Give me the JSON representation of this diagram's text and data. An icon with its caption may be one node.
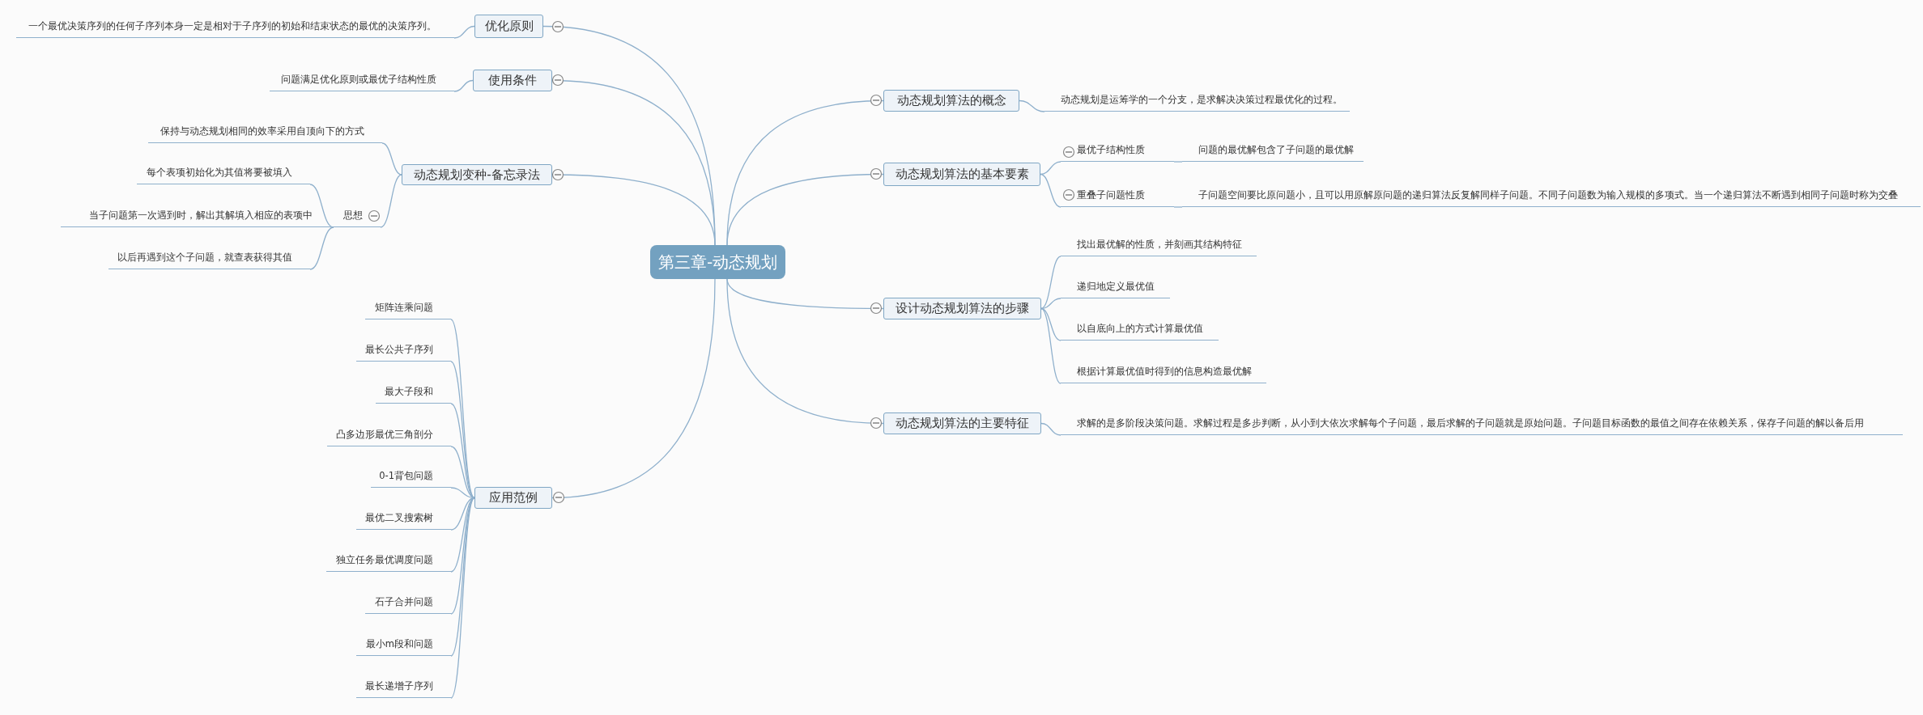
{
  "diagram": {
    "nodes": [
      {
        "text": [
          "第三章-动态规划"
        ]
      },
      {
        "text": [
          "优化原则"
        ]
      },
      {
        "text": [
          "一个最优决策序列的任何子序列本身一定是相对于子序列的初始和结束状态的最优的决策序列。"
        ]
      },
      {
        "text": [
          "使用条件"
        ]
      },
      {
        "text": [
          "问题满足优化原则或最优子结构性质"
        ]
      },
      {
        "text": [
          "动态规划变种-备忘录法"
        ]
      },
      {
        "text": [
          "保持与动态规划相同的效率采用自顶向下的方式"
        ]
      },
      {
        "text": [
          "思想"
        ]
      },
      {
        "text": [
          "每个表项初始化为其值将要被填入"
        ]
      },
      {
        "text": [
          "当子问题第一次遇到时，解出其解填入相应的表项中"
        ]
      },
      {
        "text": [
          "以后再遇到这个子问题，就查表获得其值"
        ]
      },
      {
        "text": [
          "应用范例"
        ]
      },
      {
        "text": [
          "矩阵连乘问题"
        ]
      },
      {
        "text": [
          "最长公共子序列"
        ]
      },
      {
        "text": [
          "最大子段和"
        ]
      },
      {
        "text": [
          "凸多边形最优三角剖分"
        ]
      },
      {
        "text": [
          "0-1背包问题"
        ]
      },
      {
        "text": [
          "最优二叉搜索树"
        ]
      },
      {
        "text": [
          "独立任务最优调度问题"
        ]
      },
      {
        "text": [
          "石子合并问题"
        ]
      },
      {
        "text": [
          "最小m段和问题"
        ]
      },
      {
        "text": [
          "最长递增子序列"
        ]
      },
      {
        "text": [
          "动态规划算法的概念"
        ]
      },
      {
        "text": [
          "动态规划是运筹学的一个分支，是求解决决策过程最优化的过程。"
        ]
      },
      {
        "text": [
          "动态规划算法的基本要素"
        ]
      },
      {
        "text": [
          "最优子结构性质"
        ]
      },
      {
        "text": [
          "问题的最优解包含了子问题的最优解"
        ]
      },
      {
        "text": [
          "重叠子问题性质"
        ]
      },
      {
        "text": [
          "子问题空间要比原问题小，且可以用原解原问题的递归算法反复解同样子问题。不同子问题数为输入规模的多项式。当一个递归算法不断遇到相同子问题时称为交叠"
        ]
      },
      {
        "text": [
          "设计动态规划算法的步骤"
        ]
      },
      {
        "text": [
          "找出最优解的性质，并刻画其结构特征"
        ]
      },
      {
        "text": [
          "递归地定义最优值"
        ]
      },
      {
        "text": [
          "以自底向上的方式计算最优值"
        ]
      },
      {
        "text": [
          "根据计算最优值时得到的信息构造最优解"
        ]
      },
      {
        "text": [
          "动态规划算法的主要特征"
        ]
      },
      {
        "text": [
          "求解的是多阶段决策问题。求解过程是多步判断，从小到大依次求解每个子问题，最后求解的子问题就是原始问题。子问题目标函数的最值之间存在依赖关系，保存子问题的解以备后用"
        ]
      }
    ],
    "edges": [
      {
        "from": 0,
        "to": 1,
        "arrow": "none"
      },
      {
        "from": 1,
        "to": 2,
        "arrow": "none"
      },
      {
        "from": 0,
        "to": 3,
        "arrow": "none"
      },
      {
        "from": 3,
        "to": 4,
        "arrow": "none"
      },
      {
        "from": 0,
        "to": 5,
        "arrow": "none"
      },
      {
        "from": 5,
        "to": 6,
        "arrow": "none"
      },
      {
        "from": 5,
        "to": 7,
        "arrow": "none"
      },
      {
        "from": 7,
        "to": 8,
        "arrow": "none"
      },
      {
        "from": 7,
        "to": 9,
        "arrow": "none"
      },
      {
        "from": 7,
        "to": 10,
        "arrow": "none"
      },
      {
        "from": 0,
        "to": 11,
        "arrow": "none"
      },
      {
        "from": 11,
        "to": 12,
        "arrow": "none"
      },
      {
        "from": 11,
        "to": 13,
        "arrow": "none"
      },
      {
        "from": 11,
        "to": 14,
        "arrow": "none"
      },
      {
        "from": 11,
        "to": 15,
        "arrow": "none"
      },
      {
        "from": 11,
        "to": 16,
        "arrow": "none"
      },
      {
        "from": 11,
        "to": 17,
        "arrow": "none"
      },
      {
        "from": 11,
        "to": 18,
        "arrow": "none"
      },
      {
        "from": 11,
        "to": 19,
        "arrow": "none"
      },
      {
        "from": 11,
        "to": 20,
        "arrow": "none"
      },
      {
        "from": 11,
        "to": 21,
        "arrow": "none"
      },
      {
        "from": 0,
        "to": 22,
        "arrow": "none"
      },
      {
        "from": 22,
        "to": 23,
        "arrow": "none"
      },
      {
        "from": 0,
        "to": 24,
        "arrow": "none"
      },
      {
        "from": 24,
        "to": 25,
        "arrow": "none"
      },
      {
        "from": 25,
        "to": 26,
        "arrow": "none"
      },
      {
        "from": 24,
        "to": 27,
        "arrow": "none"
      },
      {
        "from": 27,
        "to": 28,
        "arrow": "none"
      },
      {
        "from": 0,
        "to": 29,
        "arrow": "none"
      },
      {
        "from": 29,
        "to": 30,
        "arrow": "none"
      },
      {
        "from": 29,
        "to": 31,
        "arrow": "none"
      },
      {
        "from": 29,
        "to": 32,
        "arrow": "none"
      },
      {
        "from": 29,
        "to": 33,
        "arrow": "none"
      },
      {
        "from": 0,
        "to": 34,
        "arrow": "none"
      },
      {
        "from": 34,
        "to": 35,
        "arrow": "none"
      }
    ]
  }
}
